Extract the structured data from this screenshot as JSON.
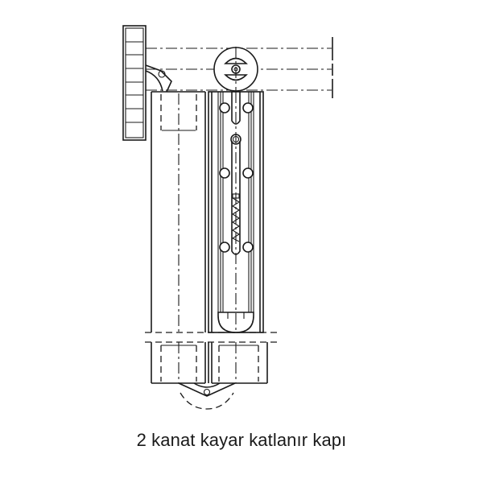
{
  "caption": "2 kanat kayar katlanır kapı",
  "drawing": {
    "type": "technical-drawing",
    "subject": "two-leaf sliding folding door hardware",
    "components": [
      "ceiling-track-end-view",
      "top-guide-roller",
      "pivot-hinge-bracket",
      "left-door-panel",
      "right-door-panel",
      "spring-loaded-slot-mechanism",
      "bottom-pivot-guide"
    ],
    "line_color": "#1a1a1a",
    "background": "#ffffff"
  }
}
